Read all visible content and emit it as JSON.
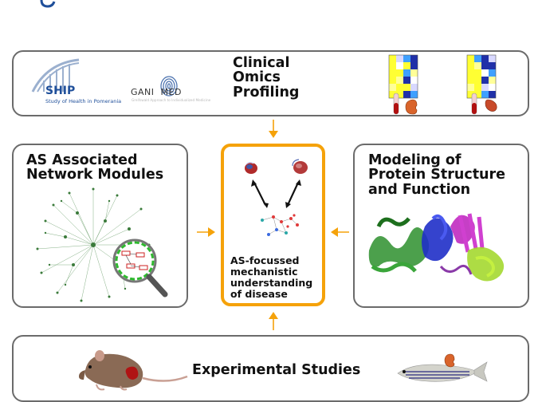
{
  "top_panel": {
    "title": "Clinical\nOmics\nProfiling",
    "ship_logo": {
      "name": "SHIP",
      "subtitle": "Study of Health in Pomerania"
    },
    "ganimed_logo": {
      "name": "GANI  MED",
      "subtitle": "Greifswald Approach to Individualized Medicine"
    }
  },
  "left_panel": {
    "title": "AS Associated\nNetwork Modules"
  },
  "right_panel": {
    "title": "Modeling of\nProtein Structure\nand Function"
  },
  "center_panel": {
    "caption": "AS-focussed\nmechanistic\nunderstanding\nof disease"
  },
  "bottom_panel": {
    "title": "Experimental Studies"
  },
  "colors": {
    "accent": "#f5a20a",
    "border": "#6b6b6b",
    "ship_blue": "#1f4f9a"
  }
}
